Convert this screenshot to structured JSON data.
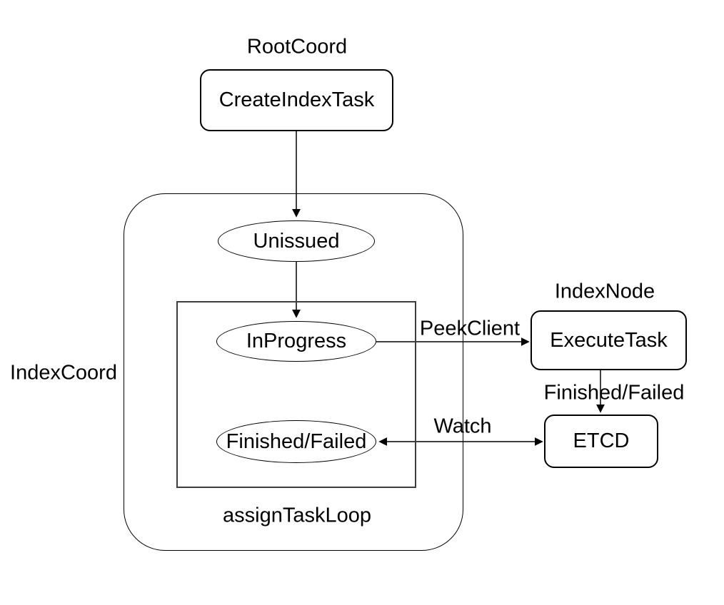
{
  "diagram": {
    "background_color": "#ffffff",
    "stroke_color": "#000000",
    "groups": {
      "root_coord": {
        "label": "RootCoord"
      },
      "index_node": {
        "label": "IndexNode"
      },
      "index_coord": {
        "label": "IndexCoord",
        "loop_label": "assignTaskLoop"
      }
    },
    "nodes": {
      "create_index_task": {
        "label": "CreateIndexTask",
        "shape": "rounded-rect"
      },
      "unissued": {
        "label": "Unissued",
        "shape": "ellipse"
      },
      "in_progress": {
        "label": "InProgress",
        "shape": "ellipse"
      },
      "finished_failed": {
        "label": "Finished/Failed",
        "shape": "ellipse"
      },
      "execute_task": {
        "label": "ExecuteTask",
        "shape": "rounded-rect"
      },
      "etcd": {
        "label": "ETCD",
        "shape": "rounded-rect"
      }
    },
    "edges": [
      {
        "from": "create_index_task",
        "to": "unissued",
        "label": "",
        "direction": "down"
      },
      {
        "from": "unissued",
        "to": "in_progress",
        "label": "",
        "direction": "down"
      },
      {
        "from": "in_progress",
        "to": "execute_task",
        "label": "PeekClient",
        "direction": "right"
      },
      {
        "from": "execute_task",
        "to": "etcd",
        "label": "Finished/Failed",
        "direction": "down"
      },
      {
        "from": "etcd",
        "to": "finished_failed",
        "label": "Watch",
        "direction": "both"
      }
    ]
  }
}
